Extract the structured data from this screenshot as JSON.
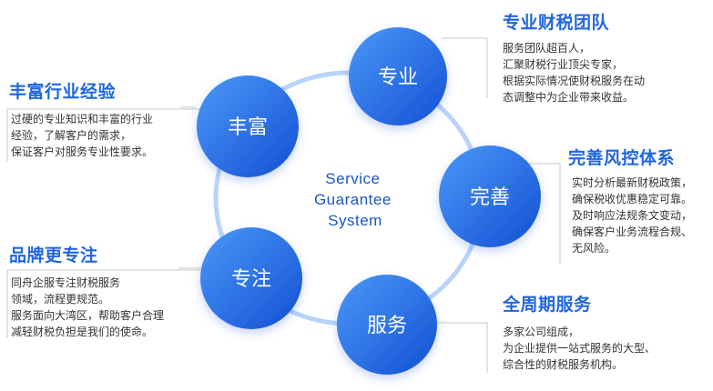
{
  "center_label": [
    "Service",
    "Guarantee",
    "System"
  ],
  "nodes": [
    {
      "id": "zhuanye",
      "label": "专业"
    },
    {
      "id": "wanshan",
      "label": "完善"
    },
    {
      "id": "fuwu",
      "label": "服务"
    },
    {
      "id": "zhuanzhu",
      "label": "专注"
    },
    {
      "id": "fengfu",
      "label": "丰富"
    }
  ],
  "blocks": [
    {
      "id": "zhuanye",
      "heading": "专业财税团队",
      "lines": [
        "服务团队超百人，",
        "汇聚财税行业顶尖专家，",
        "根据实际情况使财税服务在动",
        "态调整中为企业带来收益。"
      ]
    },
    {
      "id": "wanshan",
      "heading": "完善风控体系",
      "lines": [
        "实时分析最新财税政策，",
        "确保税收优惠稳定可靠。",
        "及时响应法规条文变动，",
        "确保客户业务流程合规、",
        "无风险。"
      ]
    },
    {
      "id": "fuwu",
      "heading": "全周期服务",
      "lines": [
        "多家公司组成，",
        "为企业提供一站式服务的大型、",
        "综合性的财税服务机构。"
      ]
    },
    {
      "id": "zhuanzhu",
      "heading": "品牌更专注",
      "lines": [
        "同舟企服专注财税服务",
        "领域，流程更规范。",
        "服务面向大湾区，帮助客户合理",
        "减轻财税负担是我们的使命。"
      ]
    },
    {
      "id": "fengfu",
      "heading": "丰富行业经验",
      "lines": [
        "过硬的专业知识和丰富的行业",
        "经验，了解客户的需求，",
        "保证客户对服务专业性要求。"
      ]
    }
  ],
  "colors": {
    "node_light": "#3f8ff5",
    "node_dark": "#1552d6",
    "ring": "#b9d3fb",
    "heading": "#1f66e0",
    "center_text": "#1c55c8",
    "bracket": "#c8c8c8"
  }
}
